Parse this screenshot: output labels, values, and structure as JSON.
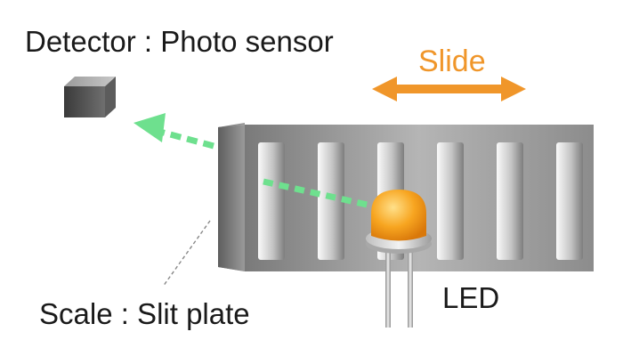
{
  "labels": {
    "detector": "Detector : Photo sensor",
    "slide": "Slide",
    "scale": "Scale : Slit plate",
    "led": "LED"
  },
  "colors": {
    "slide_arrow": "#f0962a",
    "light_beam": "#6ee08e",
    "led_dome": "#f7a520",
    "plate": "#8a8a8a"
  }
}
